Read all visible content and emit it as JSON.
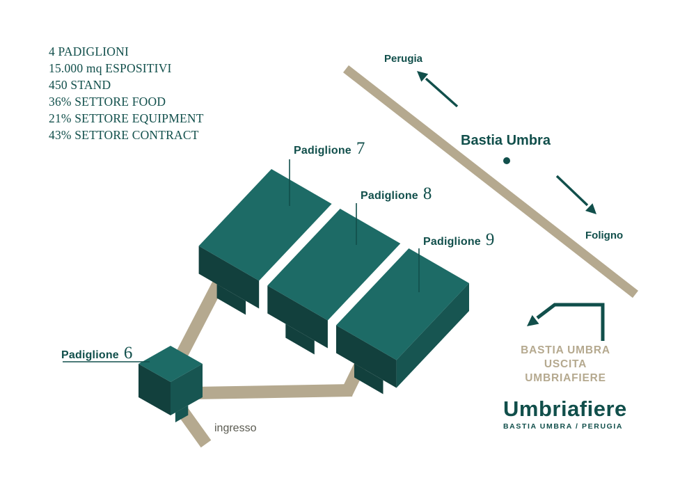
{
  "stats": {
    "lines": [
      "4 PADIGLIONI",
      "15.000 mq ESPOSITIVI",
      "450 STAND",
      "36% SETTORE FOOD",
      "21% SETTORE EQUIPMENT",
      "43% SETTORE CONTRACT"
    ]
  },
  "road": {
    "destination_north": "Perugia",
    "city": "Bastia Umbra",
    "destination_south": "Foligno"
  },
  "pavilions": [
    {
      "word": "Padiglione",
      "number": "7"
    },
    {
      "word": "Padiglione",
      "number": "8"
    },
    {
      "word": "Padiglione",
      "number": "9"
    },
    {
      "word": "Padiglione",
      "number": "6"
    }
  ],
  "entrance": {
    "label": "ingresso"
  },
  "exit_sign": {
    "lines": [
      "BASTIA UMBRA",
      "USCITA",
      "UMBRIAFIERE"
    ]
  },
  "brand": {
    "name": "Umbriafiere",
    "subtitle": "BASTIA UMBRA / PERUGIA"
  },
  "colors": {
    "teal_ink": "#114f4b",
    "teal_top": "#1d6b66",
    "teal_side": "#12403d",
    "teal_side2": "#175551",
    "tan": "#b5a98f",
    "gray_ink": "#5a5a50",
    "background": "#ffffff"
  }
}
